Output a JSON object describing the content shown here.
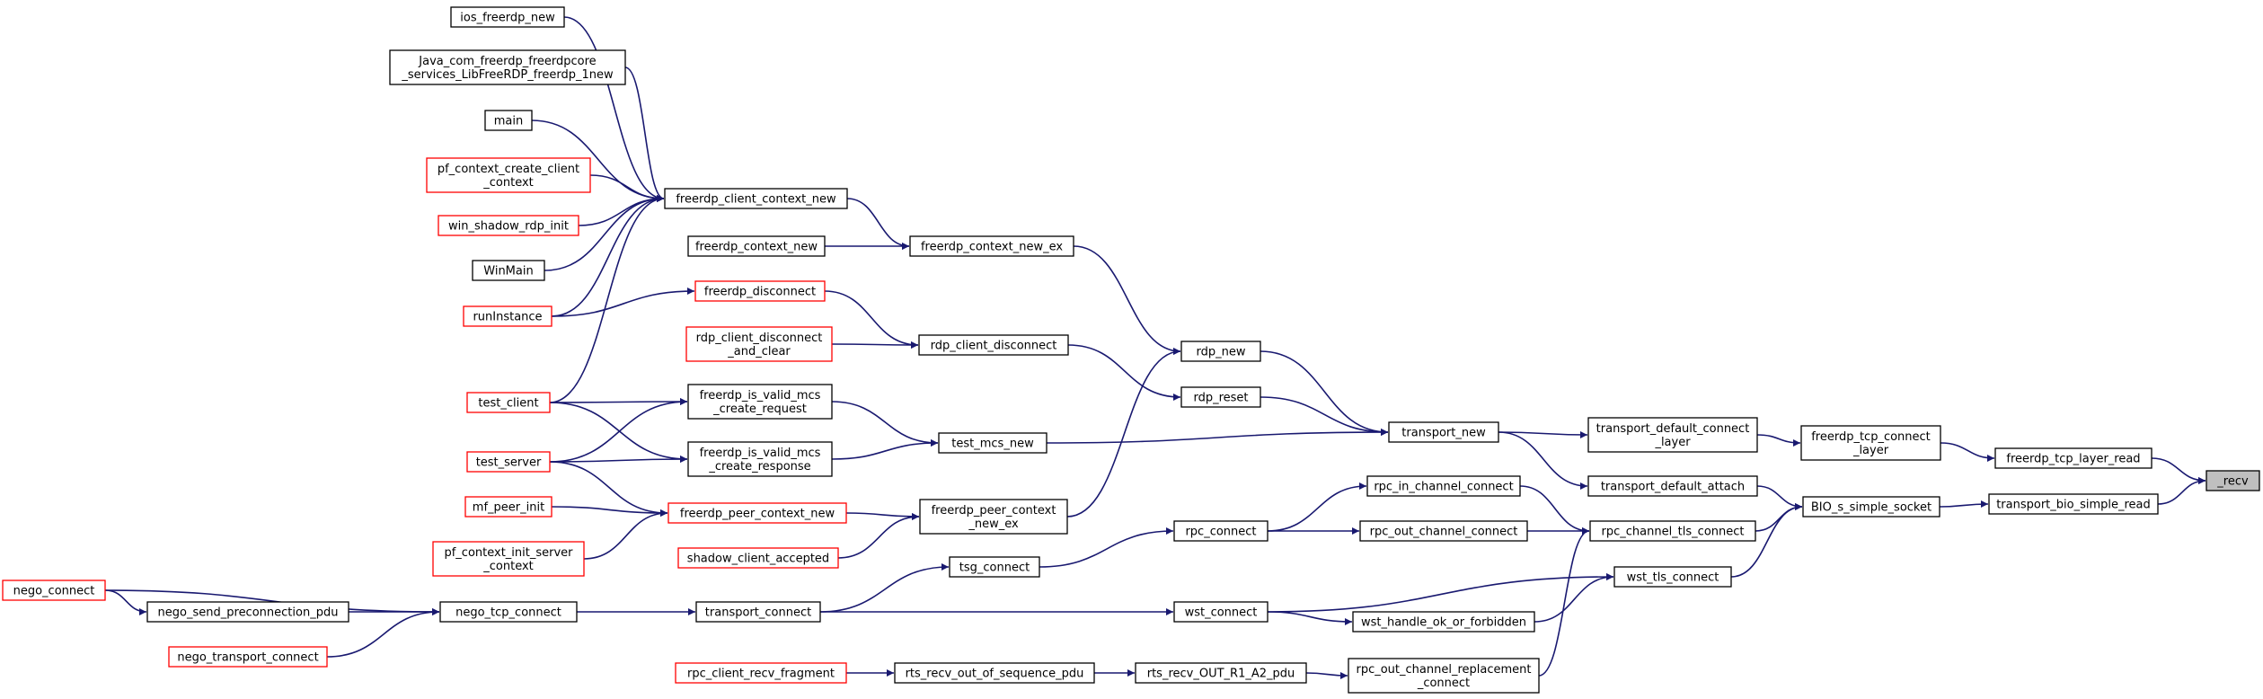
{
  "colors": {
    "edge": "#191970",
    "node_border": "#000000",
    "node_truncated_border": "#ff0000",
    "root_fill": "#bfbfbf",
    "node_fill": "#ffffff"
  },
  "nodes": [
    {
      "id": "recv",
      "lines": [
        "_recv"
      ],
      "style": "root"
    },
    {
      "id": "freerdp_tcp_layer_read",
      "lines": [
        "freerdp_tcp_layer_read"
      ],
      "style": "normal"
    },
    {
      "id": "transport_bio_simple_read",
      "lines": [
        "transport_bio_simple_read"
      ],
      "style": "normal"
    },
    {
      "id": "freerdp_tcp_connect_layer",
      "lines": [
        "freerdp_tcp_connect",
        "_layer"
      ],
      "style": "normal"
    },
    {
      "id": "BIO_s_simple_socket",
      "lines": [
        "BIO_s_simple_socket"
      ],
      "style": "normal"
    },
    {
      "id": "transport_default_connect_layer",
      "lines": [
        "transport_default_connect",
        "_layer"
      ],
      "style": "normal"
    },
    {
      "id": "transport_default_attach",
      "lines": [
        "transport_default_attach"
      ],
      "style": "normal"
    },
    {
      "id": "rpc_channel_tls_connect",
      "lines": [
        "rpc_channel_tls_connect"
      ],
      "style": "normal"
    },
    {
      "id": "wst_tls_connect",
      "lines": [
        "wst_tls_connect"
      ],
      "style": "normal"
    },
    {
      "id": "transport_new",
      "lines": [
        "transport_new"
      ],
      "style": "normal"
    },
    {
      "id": "rpc_in_channel_connect",
      "lines": [
        "rpc_in_channel_connect"
      ],
      "style": "normal"
    },
    {
      "id": "rpc_out_channel_connect",
      "lines": [
        "rpc_out_channel_connect"
      ],
      "style": "normal"
    },
    {
      "id": "rpc_out_channel_replacement_connect",
      "lines": [
        "rpc_out_channel_replacement",
        "_connect"
      ],
      "style": "normal"
    },
    {
      "id": "wst_handle_ok_or_forbidden",
      "lines": [
        "wst_handle_ok_or_forbidden"
      ],
      "style": "normal"
    },
    {
      "id": "wst_connect",
      "lines": [
        "wst_connect"
      ],
      "style": "normal"
    },
    {
      "id": "rdp_new",
      "lines": [
        "rdp_new"
      ],
      "style": "normal"
    },
    {
      "id": "rdp_reset",
      "lines": [
        "rdp_reset"
      ],
      "style": "normal"
    },
    {
      "id": "test_mcs_new",
      "lines": [
        "test_mcs_new"
      ],
      "style": "normal"
    },
    {
      "id": "rpc_connect",
      "lines": [
        "rpc_connect"
      ],
      "style": "normal"
    },
    {
      "id": "rts_recv_OUT_R1_A2_pdu",
      "lines": [
        "rts_recv_OUT_R1_A2_pdu"
      ],
      "style": "normal"
    },
    {
      "id": "freerdp_context_new_ex",
      "lines": [
        "freerdp_context_new_ex"
      ],
      "style": "normal"
    },
    {
      "id": "rdp_client_disconnect",
      "lines": [
        "rdp_client_disconnect"
      ],
      "style": "normal"
    },
    {
      "id": "freerdp_peer_context_new_ex",
      "lines": [
        "freerdp_peer_context",
        "_new_ex"
      ],
      "style": "normal"
    },
    {
      "id": "tsg_connect",
      "lines": [
        "tsg_connect"
      ],
      "style": "normal"
    },
    {
      "id": "rts_recv_out_of_sequence_pdu",
      "lines": [
        "rts_recv_out_of_sequence_pdu"
      ],
      "style": "normal"
    },
    {
      "id": "freerdp_client_context_new",
      "lines": [
        "freerdp_client_context_new"
      ],
      "style": "normal"
    },
    {
      "id": "freerdp_context_new",
      "lines": [
        "freerdp_context_new"
      ],
      "style": "normal"
    },
    {
      "id": "freerdp_disconnect",
      "lines": [
        "freerdp_disconnect"
      ],
      "style": "truncated"
    },
    {
      "id": "rdp_client_disconnect_and_clear",
      "lines": [
        "rdp_client_disconnect",
        "_and_clear"
      ],
      "style": "truncated"
    },
    {
      "id": "freerdp_is_valid_mcs_create_request",
      "lines": [
        "freerdp_is_valid_mcs",
        "_create_request"
      ],
      "style": "normal"
    },
    {
      "id": "freerdp_is_valid_mcs_create_response",
      "lines": [
        "freerdp_is_valid_mcs",
        "_create_response"
      ],
      "style": "normal"
    },
    {
      "id": "freerdp_peer_context_new",
      "lines": [
        "freerdp_peer_context_new"
      ],
      "style": "truncated"
    },
    {
      "id": "shadow_client_accepted",
      "lines": [
        "shadow_client_accepted"
      ],
      "style": "truncated"
    },
    {
      "id": "transport_connect",
      "lines": [
        "transport_connect"
      ],
      "style": "normal"
    },
    {
      "id": "rpc_client_recv_fragment",
      "lines": [
        "rpc_client_recv_fragment"
      ],
      "style": "truncated"
    },
    {
      "id": "ios_freerdp_new",
      "lines": [
        "ios_freerdp_new"
      ],
      "style": "normal"
    },
    {
      "id": "Java_com_freerdp",
      "lines": [
        "Java_com_freerdp_freerdpcore",
        "_services_LibFreeRDP_freerdp_1new"
      ],
      "style": "normal"
    },
    {
      "id": "main",
      "lines": [
        "main"
      ],
      "style": "normal"
    },
    {
      "id": "pf_context_create_client_context",
      "lines": [
        "pf_context_create_client",
        "_context"
      ],
      "style": "truncated"
    },
    {
      "id": "win_shadow_rdp_init",
      "lines": [
        "win_shadow_rdp_init"
      ],
      "style": "truncated"
    },
    {
      "id": "WinMain",
      "lines": [
        "WinMain"
      ],
      "style": "normal"
    },
    {
      "id": "runInstance",
      "lines": [
        "runInstance"
      ],
      "style": "truncated"
    },
    {
      "id": "test_client",
      "lines": [
        "test_client"
      ],
      "style": "truncated"
    },
    {
      "id": "test_server",
      "lines": [
        "test_server"
      ],
      "style": "truncated"
    },
    {
      "id": "mf_peer_init",
      "lines": [
        "mf_peer_init"
      ],
      "style": "truncated"
    },
    {
      "id": "pf_context_init_server_context",
      "lines": [
        "pf_context_init_server",
        "_context"
      ],
      "style": "truncated"
    },
    {
      "id": "nego_tcp_connect",
      "lines": [
        "nego_tcp_connect"
      ],
      "style": "normal"
    },
    {
      "id": "nego_send_preconnection_pdu",
      "lines": [
        "nego_send_preconnection_pdu"
      ],
      "style": "normal"
    },
    {
      "id": "nego_transport_connect",
      "lines": [
        "nego_transport_connect"
      ],
      "style": "truncated"
    },
    {
      "id": "nego_connect",
      "lines": [
        "nego_connect"
      ],
      "style": "truncated"
    }
  ],
  "edges": [
    [
      "freerdp_tcp_layer_read",
      "recv"
    ],
    [
      "transport_bio_simple_read",
      "recv"
    ],
    [
      "freerdp_tcp_connect_layer",
      "freerdp_tcp_layer_read"
    ],
    [
      "BIO_s_simple_socket",
      "transport_bio_simple_read"
    ],
    [
      "transport_default_connect_layer",
      "freerdp_tcp_connect_layer"
    ],
    [
      "transport_default_attach",
      "BIO_s_simple_socket"
    ],
    [
      "rpc_channel_tls_connect",
      "BIO_s_simple_socket"
    ],
    [
      "wst_tls_connect",
      "BIO_s_simple_socket"
    ],
    [
      "transport_new",
      "transport_default_connect_layer"
    ],
    [
      "transport_new",
      "transport_default_attach"
    ],
    [
      "rpc_in_channel_connect",
      "rpc_channel_tls_connect"
    ],
    [
      "rpc_out_channel_connect",
      "rpc_channel_tls_connect"
    ],
    [
      "rpc_out_channel_replacement_connect",
      "rpc_channel_tls_connect"
    ],
    [
      "wst_handle_ok_or_forbidden",
      "wst_tls_connect"
    ],
    [
      "wst_connect",
      "wst_tls_connect"
    ],
    [
      "rdp_new",
      "transport_new"
    ],
    [
      "rdp_reset",
      "transport_new"
    ],
    [
      "test_mcs_new",
      "transport_new"
    ],
    [
      "rpc_connect",
      "rpc_in_channel_connect"
    ],
    [
      "rpc_connect",
      "rpc_out_channel_connect"
    ],
    [
      "rts_recv_OUT_R1_A2_pdu",
      "rpc_out_channel_replacement_connect"
    ],
    [
      "wst_connect",
      "wst_handle_ok_or_forbidden"
    ],
    [
      "transport_connect",
      "wst_connect"
    ],
    [
      "freerdp_context_new_ex",
      "rdp_new"
    ],
    [
      "freerdp_peer_context_new_ex",
      "rdp_new"
    ],
    [
      "rdp_client_disconnect",
      "rdp_reset"
    ],
    [
      "freerdp_is_valid_mcs_create_request",
      "test_mcs_new"
    ],
    [
      "freerdp_is_valid_mcs_create_response",
      "test_mcs_new"
    ],
    [
      "tsg_connect",
      "rpc_connect"
    ],
    [
      "rts_recv_out_of_sequence_pdu",
      "rts_recv_OUT_R1_A2_pdu"
    ],
    [
      "freerdp_client_context_new",
      "freerdp_context_new_ex"
    ],
    [
      "freerdp_context_new",
      "freerdp_context_new_ex"
    ],
    [
      "freerdp_disconnect",
      "rdp_client_disconnect"
    ],
    [
      "rdp_client_disconnect_and_clear",
      "rdp_client_disconnect"
    ],
    [
      "freerdp_peer_context_new",
      "freerdp_peer_context_new_ex"
    ],
    [
      "shadow_client_accepted",
      "freerdp_peer_context_new_ex"
    ],
    [
      "transport_connect",
      "tsg_connect"
    ],
    [
      "rpc_client_recv_fragment",
      "rts_recv_out_of_sequence_pdu"
    ],
    [
      "ios_freerdp_new",
      "freerdp_client_context_new"
    ],
    [
      "Java_com_freerdp",
      "freerdp_client_context_new"
    ],
    [
      "main",
      "freerdp_client_context_new"
    ],
    [
      "pf_context_create_client_context",
      "freerdp_client_context_new"
    ],
    [
      "win_shadow_rdp_init",
      "freerdp_client_context_new"
    ],
    [
      "WinMain",
      "freerdp_client_context_new"
    ],
    [
      "runInstance",
      "freerdp_client_context_new"
    ],
    [
      "test_client",
      "freerdp_client_context_new"
    ],
    [
      "runInstance",
      "freerdp_disconnect"
    ],
    [
      "test_client",
      "freerdp_is_valid_mcs_create_request"
    ],
    [
      "test_client",
      "freerdp_is_valid_mcs_create_response"
    ],
    [
      "test_server",
      "freerdp_is_valid_mcs_create_request"
    ],
    [
      "test_server",
      "freerdp_is_valid_mcs_create_response"
    ],
    [
      "test_server",
      "freerdp_peer_context_new"
    ],
    [
      "mf_peer_init",
      "freerdp_peer_context_new"
    ],
    [
      "pf_context_init_server_context",
      "freerdp_peer_context_new"
    ],
    [
      "nego_tcp_connect",
      "transport_connect"
    ],
    [
      "nego_send_preconnection_pdu",
      "nego_tcp_connect"
    ],
    [
      "nego_transport_connect",
      "nego_tcp_connect"
    ],
    [
      "nego_connect",
      "nego_tcp_connect"
    ],
    [
      "nego_connect",
      "nego_send_preconnection_pdu"
    ]
  ]
}
